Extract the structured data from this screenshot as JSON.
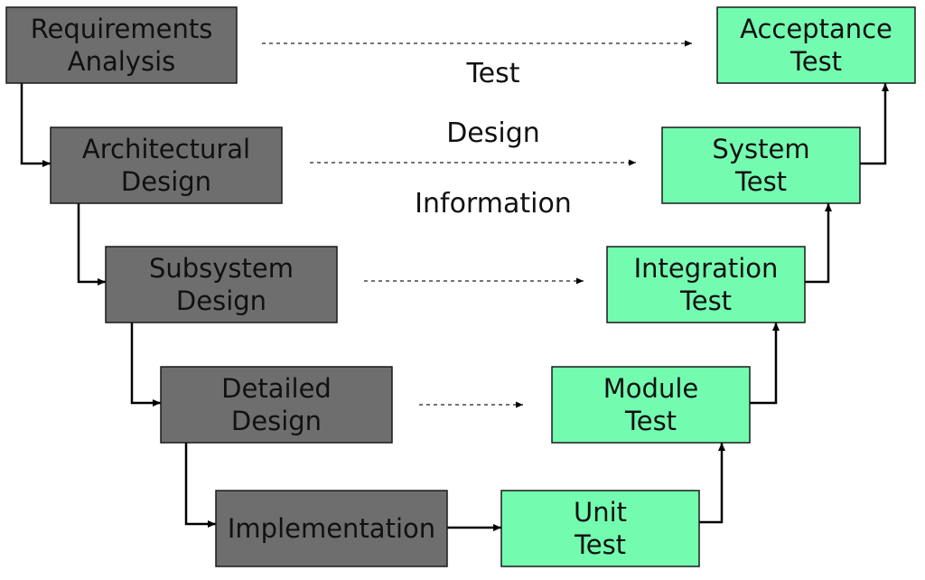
{
  "diagram": {
    "design_phases": [
      {
        "id": "req",
        "lines": [
          "Requirements",
          "Analysis"
        ]
      },
      {
        "id": "arch",
        "lines": [
          "Architectural",
          "Design"
        ]
      },
      {
        "id": "sub",
        "lines": [
          "Subsystem",
          "Design"
        ]
      },
      {
        "id": "det",
        "lines": [
          "Detailed",
          "Design"
        ]
      },
      {
        "id": "impl",
        "lines": [
          "Implementation"
        ]
      }
    ],
    "test_phases": [
      {
        "id": "unit",
        "lines": [
          "Unit",
          "Test"
        ]
      },
      {
        "id": "mod",
        "lines": [
          "Module",
          "Test"
        ]
      },
      {
        "id": "integ",
        "lines": [
          "Integration",
          "Test"
        ]
      },
      {
        "id": "sys",
        "lines": [
          "System",
          "Test"
        ]
      },
      {
        "id": "acc",
        "lines": [
          "Acceptance",
          "Test"
        ]
      }
    ],
    "center_labels": [
      "Test",
      "Design",
      "Information"
    ],
    "flow_edges": [
      [
        "req",
        "arch"
      ],
      [
        "arch",
        "sub"
      ],
      [
        "sub",
        "det"
      ],
      [
        "det",
        "impl"
      ],
      [
        "impl",
        "unit"
      ],
      [
        "unit",
        "mod"
      ],
      [
        "mod",
        "integ"
      ],
      [
        "integ",
        "sys"
      ],
      [
        "sys",
        "acc"
      ]
    ],
    "trace_edges": [
      [
        "req",
        "acc"
      ],
      [
        "arch",
        "sys"
      ],
      [
        "sub",
        "integ"
      ],
      [
        "det",
        "mod"
      ]
    ],
    "colors": {
      "design_fill": "#6e6e6e",
      "test_fill": "#73fcb0",
      "border": "#1a1a1a",
      "arrow": "#000000"
    }
  }
}
